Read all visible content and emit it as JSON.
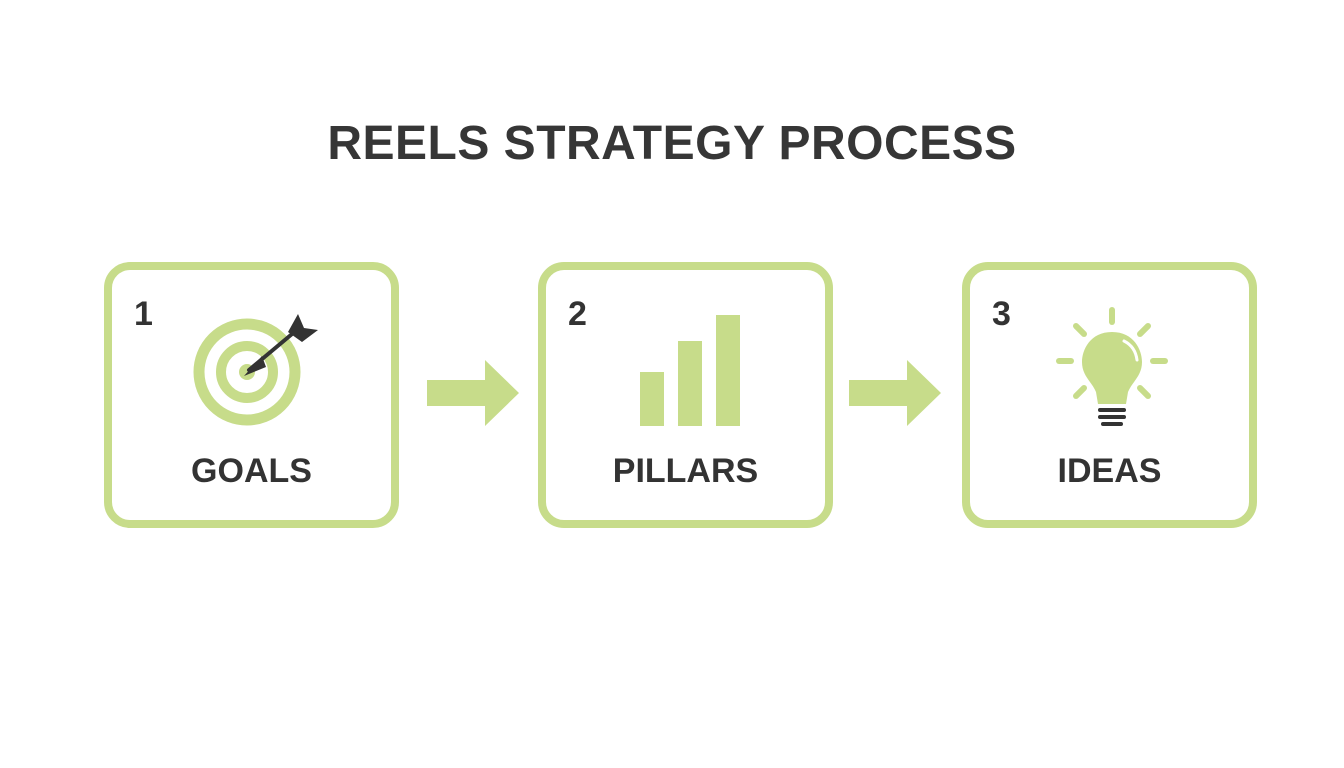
{
  "title": "REELS STRATEGY PROCESS",
  "colors": {
    "accent": "#c7dc8a",
    "text": "#333333",
    "background": "#ffffff"
  },
  "steps": [
    {
      "number": "1",
      "label": "GOALS",
      "icon": "target-arrow-icon"
    },
    {
      "number": "2",
      "label": "PILLARS",
      "icon": "bar-chart-icon"
    },
    {
      "number": "3",
      "label": "IDEAS",
      "icon": "lightbulb-icon"
    }
  ],
  "connectors": [
    {
      "from": "1",
      "to": "2",
      "icon": "arrow-right-icon"
    },
    {
      "from": "2",
      "to": "3",
      "icon": "arrow-right-icon"
    }
  ]
}
